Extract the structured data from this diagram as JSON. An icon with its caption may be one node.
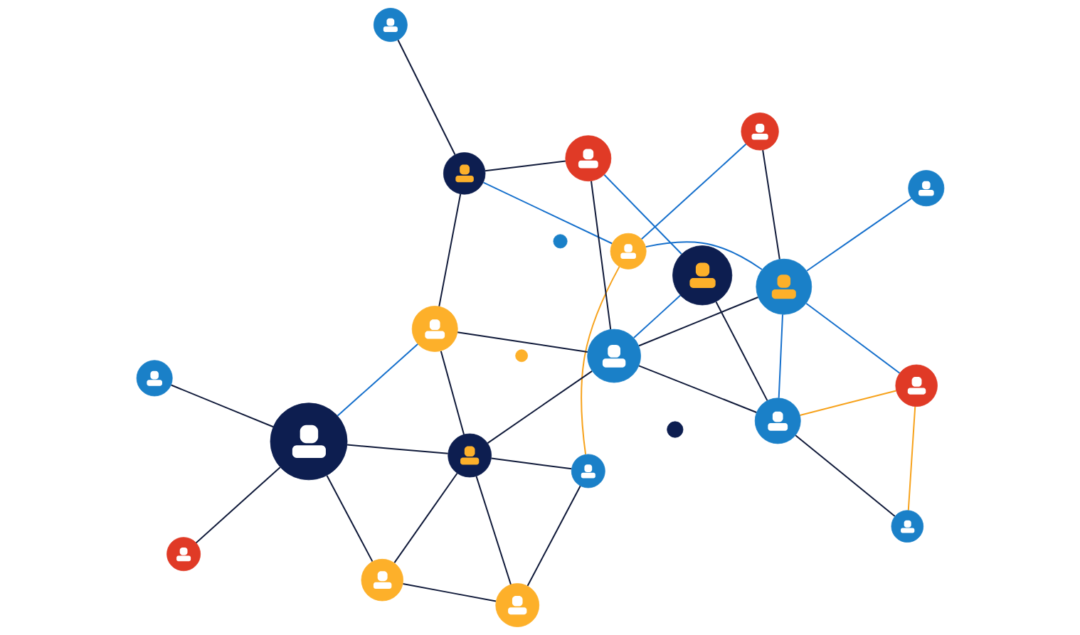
{
  "diagram": {
    "nodes": [
      {
        "text": [],
        "shape": "circle"
      },
      {
        "text": [],
        "shape": "person"
      },
      {
        "text": [],
        "shape": "person"
      },
      {
        "text": [],
        "shape": "circle"
      },
      {
        "text": [],
        "shape": "person"
      },
      {
        "text": [],
        "shape": "person"
      },
      {
        "text": [],
        "shape": "person"
      },
      {
        "text": [],
        "shape": "person"
      },
      {
        "text": [],
        "shape": "person"
      },
      {
        "text": [],
        "shape": "person"
      },
      {
        "text": [],
        "shape": "person"
      },
      {
        "text": [],
        "shape": "person"
      },
      {
        "text": [],
        "shape": "person"
      },
      {
        "text": [],
        "shape": "person"
      },
      {
        "text": [],
        "shape": "person"
      },
      {
        "text": [],
        "shape": "person"
      },
      {
        "text": [],
        "shape": "person"
      },
      {
        "text": [],
        "shape": "person"
      },
      {
        "text": [],
        "shape": "person"
      },
      {
        "text": [],
        "shape": "circle"
      },
      {
        "text": [],
        "shape": "person"
      },
      {
        "text": [],
        "shape": "person"
      },
      {
        "text": [],
        "shape": "person"
      }
    ],
    "edges": [
      {
        "from": 1,
        "to": 2,
        "arrow": "none"
      },
      {
        "from": 1,
        "to": 7,
        "arrow": "none"
      },
      {
        "from": 1,
        "to": 4,
        "arrow": "none"
      },
      {
        "from": 2,
        "to": 7,
        "arrow": "none"
      },
      {
        "from": 2,
        "to": 9,
        "arrow": "none",
        "color": "#f7a21b"
      },
      {
        "from": 4,
        "to": 7,
        "arrow": "none"
      },
      {
        "from": 4,
        "to": 12,
        "arrow": "none"
      },
      {
        "from": 5,
        "to": 11,
        "arrow": "none"
      },
      {
        "from": 5,
        "to": 9,
        "arrow": "none",
        "color": "#1670cc"
      },
      {
        "from": 6,
        "to": 11,
        "arrow": "none",
        "color": "#1670cc"
      },
      {
        "from": 7,
        "to": 14,
        "arrow": "none"
      },
      {
        "from": 7,
        "to": 13,
        "arrow": "none"
      },
      {
        "from": 7,
        "to": 12,
        "arrow": "none"
      },
      {
        "from": 12,
        "to": 8,
        "arrow": "none"
      },
      {
        "from": 9,
        "to": 11,
        "arrow": "none",
        "color": "#1670cc"
      },
      {
        "from": 9,
        "to": 17,
        "arrow": "none",
        "color": "#1670cc"
      },
      {
        "from": 10,
        "to": 11,
        "arrow": "none",
        "color": "#1670cc"
      },
      {
        "from": 10,
        "to": 15,
        "arrow": "none",
        "color": "#f7a21b"
      },
      {
        "from": 10,
        "to": 18,
        "arrow": "none",
        "color": "#f7a21b"
      },
      {
        "from": 11,
        "to": 14,
        "arrow": "none"
      },
      {
        "from": 11,
        "to": 15,
        "arrow": "none",
        "color": "#1670cc"
      },
      {
        "from": 12,
        "to": 16,
        "arrow": "none"
      },
      {
        "from": 13,
        "to": 12,
        "arrow": "none",
        "color": "#1670cc"
      },
      {
        "from": 13,
        "to": 17,
        "arrow": "none"
      },
      {
        "from": 14,
        "to": 13,
        "arrow": "none"
      },
      {
        "from": 14,
        "to": 20,
        "arrow": "none",
        "color": "#1670cc"
      },
      {
        "from": 14,
        "to": 22,
        "arrow": "none"
      },
      {
        "from": 15,
        "to": 14,
        "arrow": "none"
      },
      {
        "from": 15,
        "to": 18,
        "arrow": "none"
      },
      {
        "from": 15,
        "to": 20,
        "arrow": "none"
      },
      {
        "from": 17,
        "to": 21,
        "arrow": "none"
      },
      {
        "from": 17,
        "to": 22,
        "arrow": "none"
      },
      {
        "from": 20,
        "to": 22,
        "arrow": "none",
        "color": "#1670cc"
      }
    ]
  }
}
